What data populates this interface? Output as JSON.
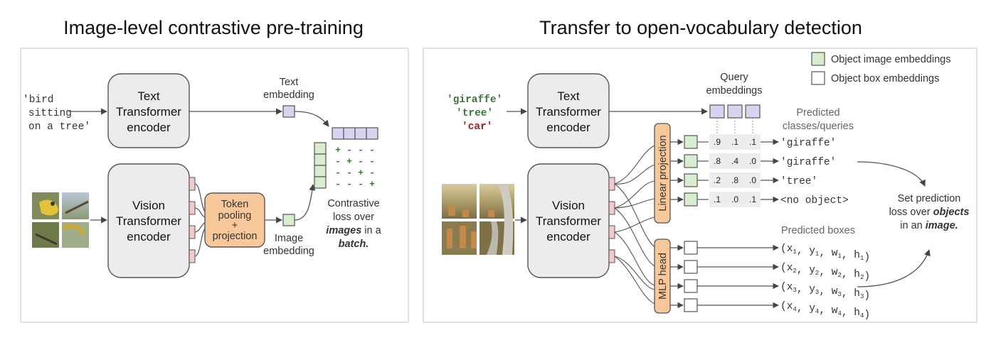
{
  "left_panel": {
    "title": "Image-level contrastive pre-training",
    "text_input": [
      "'bird",
      "sitting",
      "on a tree'"
    ],
    "text_encoder": [
      "Text",
      "Transformer",
      "encoder"
    ],
    "vision_encoder": [
      "Vision",
      "Transformer",
      "encoder"
    ],
    "token_pooling": [
      "Token",
      "pooling",
      "+",
      "projection"
    ],
    "text_embedding_label": [
      "Text",
      "embedding"
    ],
    "image_embedding_label": [
      "Image",
      "embedding"
    ],
    "contrastive_matrix": [
      [
        "+",
        "-",
        "-",
        "-"
      ],
      [
        "-",
        "+",
        "-",
        "-"
      ],
      [
        "-",
        "-",
        "+",
        "-"
      ],
      [
        "-",
        "-",
        "-",
        "+"
      ]
    ],
    "loss_line1": "Contrastive",
    "loss_line2": "loss over",
    "loss_line3_em": "images",
    "loss_line3_rest": " in a",
    "loss_line4_em": "batch."
  },
  "right_panel": {
    "title": "Transfer to open-vocabulary detection",
    "legend": {
      "object_image": "Object image embeddings",
      "object_box": "Object box embeddings"
    },
    "queries": [
      "'giraffe'",
      "'tree'",
      "'car'"
    ],
    "text_encoder": [
      "Text",
      "Transformer",
      "encoder"
    ],
    "vision_encoder": [
      "Vision",
      "Transformer",
      "encoder"
    ],
    "query_embeddings_label": [
      "Query",
      "embeddings"
    ],
    "predicted_classes_label": [
      "Predicted",
      "classes/queries"
    ],
    "linear_projection": "Linear projection",
    "mlp_head": "MLP head",
    "score_rows": [
      {
        "scores": [
          ".9",
          ".1",
          ".1"
        ],
        "prediction": "'giraffe'"
      },
      {
        "scores": [
          ".8",
          ".4",
          ".0"
        ],
        "prediction": "'giraffe'"
      },
      {
        "scores": [
          ".2",
          ".8",
          ".0"
        ],
        "prediction": "'tree'"
      },
      {
        "scores": [
          ".1",
          ".0",
          ".1"
        ],
        "prediction": "<no object>"
      }
    ],
    "predicted_boxes_label": "Predicted boxes",
    "boxes": [
      {
        "x": "x",
        "y": "y",
        "w": "w",
        "h": "h",
        "i": "1"
      },
      {
        "x": "x",
        "y": "y",
        "w": "w",
        "h": "h",
        "i": "2"
      },
      {
        "x": "x",
        "y": "y",
        "w": "w",
        "h": "h",
        "i": "3"
      },
      {
        "x": "x",
        "y": "y",
        "w": "w",
        "h": "h",
        "i": "4"
      }
    ],
    "set_loss_line1": "Set prediction",
    "set_loss_line2_pre": "loss over ",
    "set_loss_line2_em": "objects",
    "set_loss_line3_pre": "in an ",
    "set_loss_line3_em": "image."
  },
  "colors": {
    "token_purple": "#d9d2f0",
    "embed_green": "#d8edd0",
    "token_pink": "#f3c9c9",
    "pool_orange": "#f8c89b",
    "encoder_gray": "#ececec",
    "query_green": "#3a7a3a",
    "query_red": "#a02020"
  }
}
